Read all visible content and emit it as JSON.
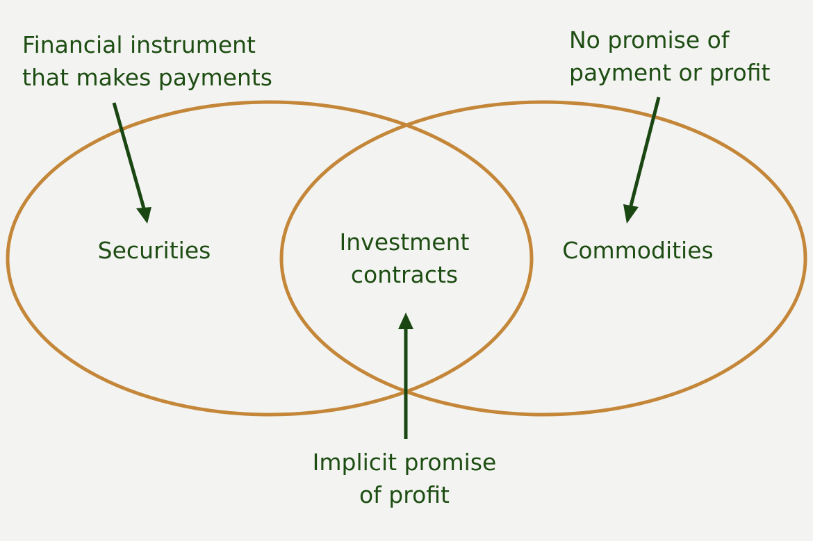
{
  "diagram": {
    "colors": {
      "background": "#f3f4f1",
      "ellipse_stroke": "#c4873a",
      "arrow": "#1a4612",
      "text": "#1e4d13"
    },
    "sets": {
      "left": "Securities",
      "center": [
        "Investment",
        "contracts"
      ],
      "right": "Commodities"
    },
    "annotations": {
      "securities_note": [
        "Financial instrument",
        "that makes payments"
      ],
      "commodities_note": [
        "No promise of",
        "payment or profit"
      ],
      "investment_note": [
        "Implicit promise",
        "of profit"
      ]
    }
  }
}
